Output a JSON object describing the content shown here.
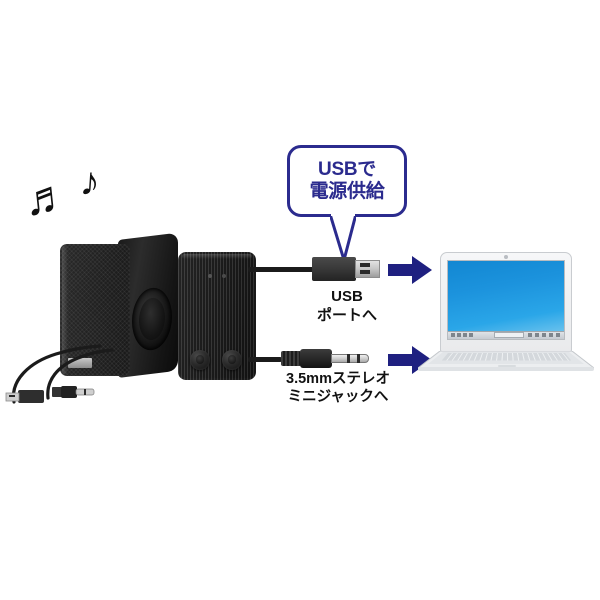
{
  "background_color": "#ffffff",
  "accent_color": "#2b2b8e",
  "callout": {
    "bubble_text": "USBで\n電源供給",
    "bubble_border_color": "#2b2b8e",
    "bubble_text_color": "#2b2b8e",
    "tail_direction": "down"
  },
  "labels": {
    "usb_port": "USB\nポートへ",
    "audio_jack": "3.5mmステレオ\nミニジャックへ",
    "text_color": "#111111"
  },
  "arrows": {
    "usb_arrow": "arrow-right",
    "audio_arrow": "arrow-right",
    "color": "#1f2080"
  },
  "icons": {
    "music_note_double": "♬",
    "music_note_single": "♪",
    "music_note_color": "#111111"
  },
  "devices": {
    "speaker_left": {
      "name": "左スピーカー",
      "body_color": "#232323",
      "grille": "mesh",
      "has_driver": true,
      "has_logo_badge": true
    },
    "speaker_right": {
      "name": "右スピーカー",
      "body_color": "#242424",
      "grille": "vertical-ribs",
      "knobs": [
        "volume",
        "power"
      ]
    },
    "laptop": {
      "name": "ノートパソコン",
      "lid_color": "#f0f1f3",
      "screen_color": "#1c93dd",
      "has_webcam": true,
      "has_taskbar": true
    }
  },
  "connectors": {
    "usb_plug": {
      "type": "USB Type-A",
      "body_color": "#3a3a3a",
      "metal_color": "#c6c6c6"
    },
    "audio_plug": {
      "type": "3.5mm stereo mini plug",
      "body_color": "#2a2a2a",
      "tip_color": "#cfcfcf"
    },
    "loose_usb_plug": {
      "type": "USB Type-A"
    },
    "loose_audio_plug": {
      "type": "3.5mm stereo mini plug"
    }
  }
}
